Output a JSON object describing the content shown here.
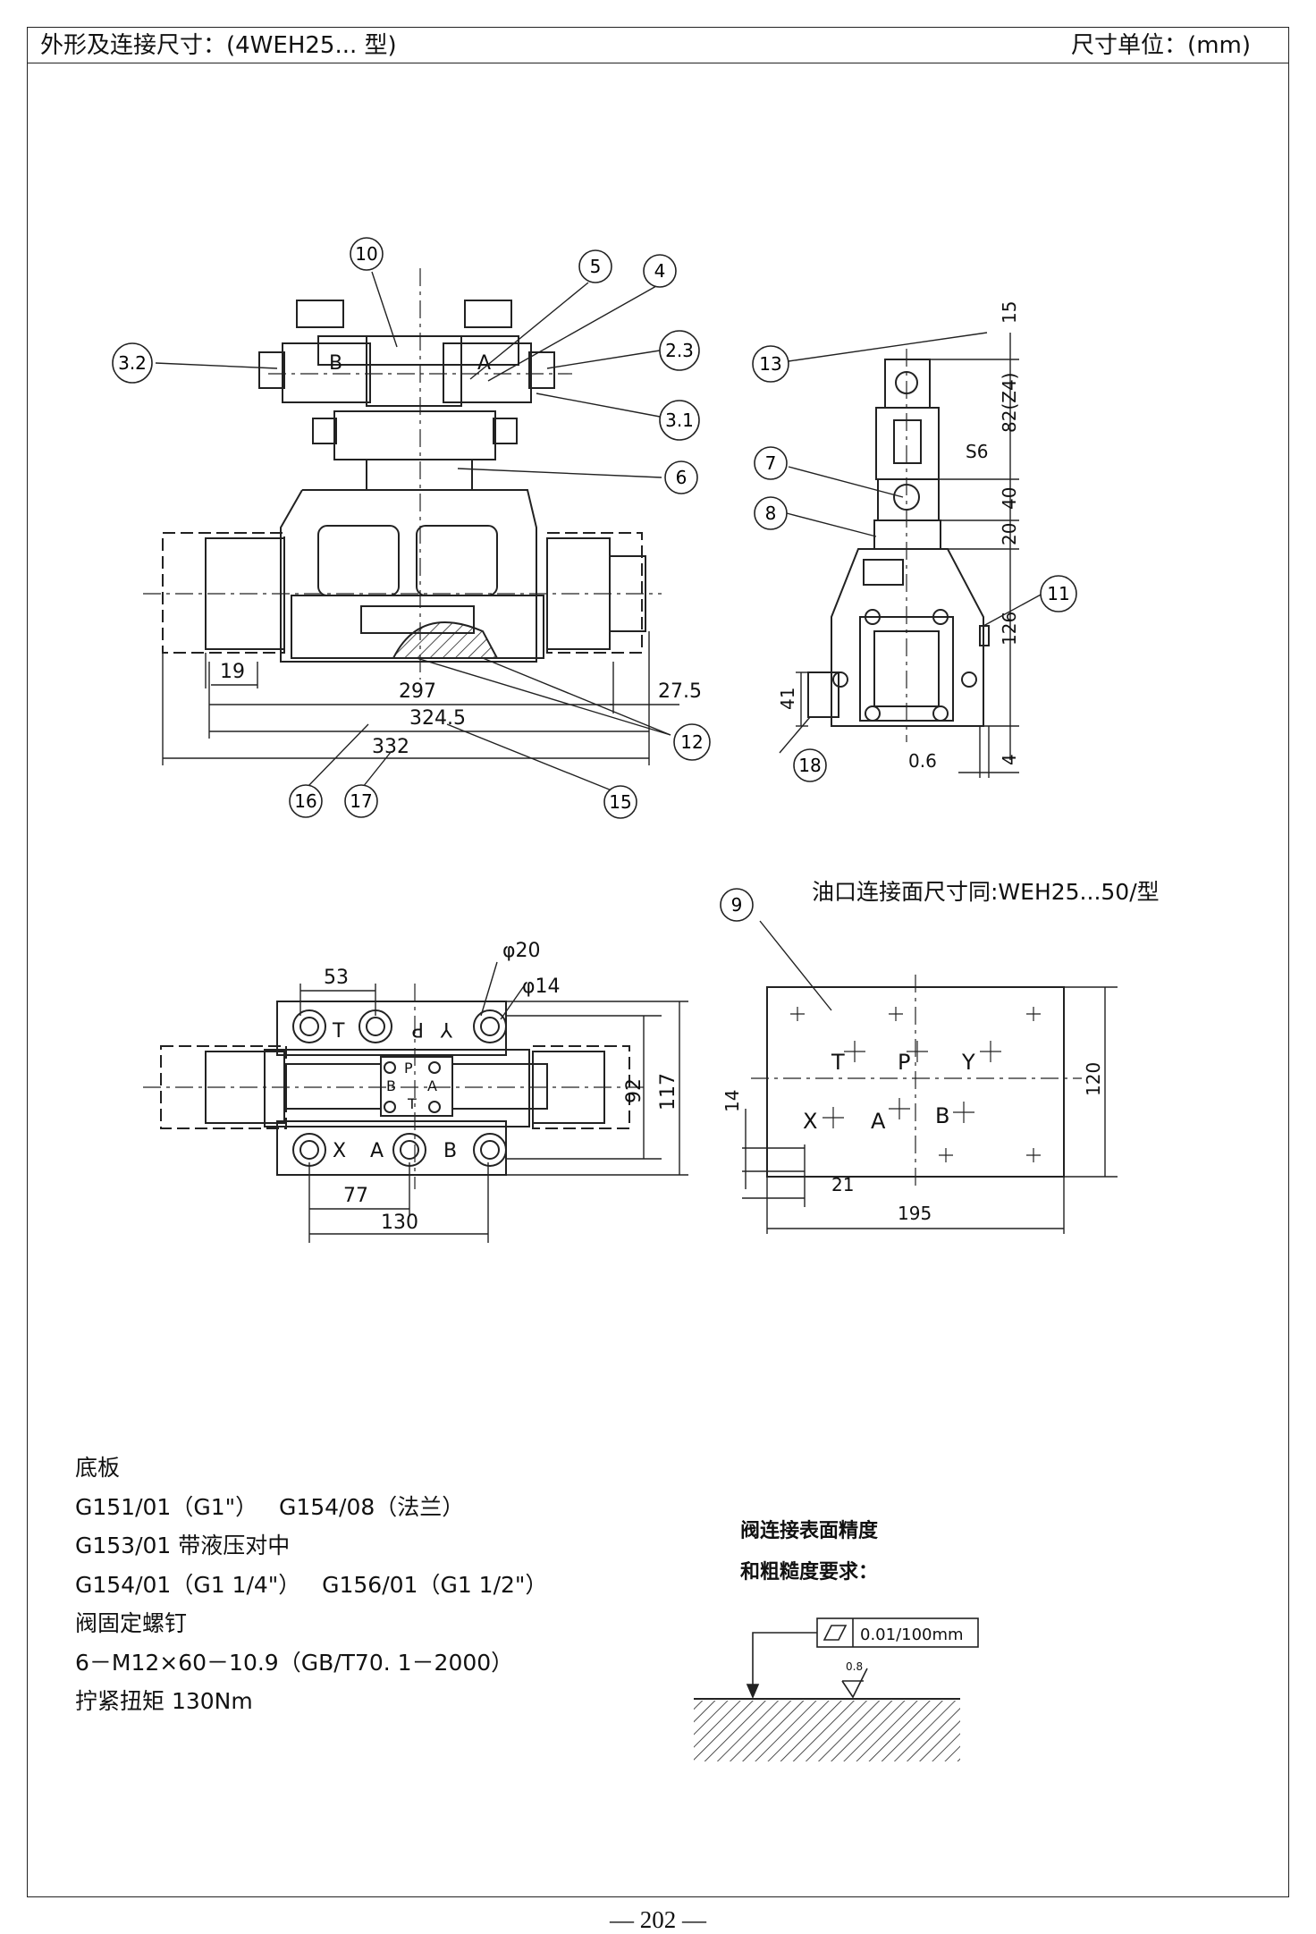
{
  "header": {
    "title": "外形及连接尺寸：(4WEH25... 型)",
    "unit": "尺寸单位：(mm)"
  },
  "front_view": {
    "balloons": [
      "10",
      "5",
      "4",
      "3.2",
      "2.3",
      "3.1",
      "6",
      "12",
      "16",
      "17",
      "15"
    ],
    "side_labels": [
      "B",
      "A"
    ],
    "dims": [
      "19",
      "297",
      "27.5",
      "324.5",
      "332"
    ]
  },
  "side_view": {
    "balloons": [
      "13",
      "7",
      "8",
      "11",
      "18"
    ],
    "dims": [
      "15",
      "82(Z4)",
      "S6",
      "40",
      "20",
      "126",
      "41",
      "0.6",
      "4"
    ]
  },
  "top_view": {
    "dims": [
      "53",
      "φ20",
      "φ14",
      "92",
      "117",
      "77",
      "130"
    ],
    "ports_top": [
      "T",
      "Y",
      "P"
    ],
    "ports_bottom": [
      "X",
      "A",
      "B"
    ],
    "pilot_ports": [
      "P",
      "B",
      "A",
      "T"
    ]
  },
  "interface": {
    "title": "油口连接面尺寸同:WEH25...50/型",
    "balloon": "9",
    "ports": [
      "T",
      "P",
      "Y",
      "X",
      "A",
      "B"
    ],
    "dims": [
      "120",
      "14",
      "21",
      "195"
    ]
  },
  "notes": [
    "底板",
    "G151/01（G1\"）   G154/08（法兰）",
    "G153/01 带液压对中",
    "G154/01（G1 1/4\"）   G156/01（G1 1/2\"）",
    "阀固定螺钉",
    "6－M12×60－10.9（GB/T70. 1－2000）",
    "拧紧扭矩 130Nm"
  ],
  "surface_requirement": {
    "line1": "阀连接表面精度",
    "line2": "和粗糙度要求：",
    "flatness": "0.01/100mm",
    "roughness": "0.8"
  },
  "page_number": "— 202 —"
}
